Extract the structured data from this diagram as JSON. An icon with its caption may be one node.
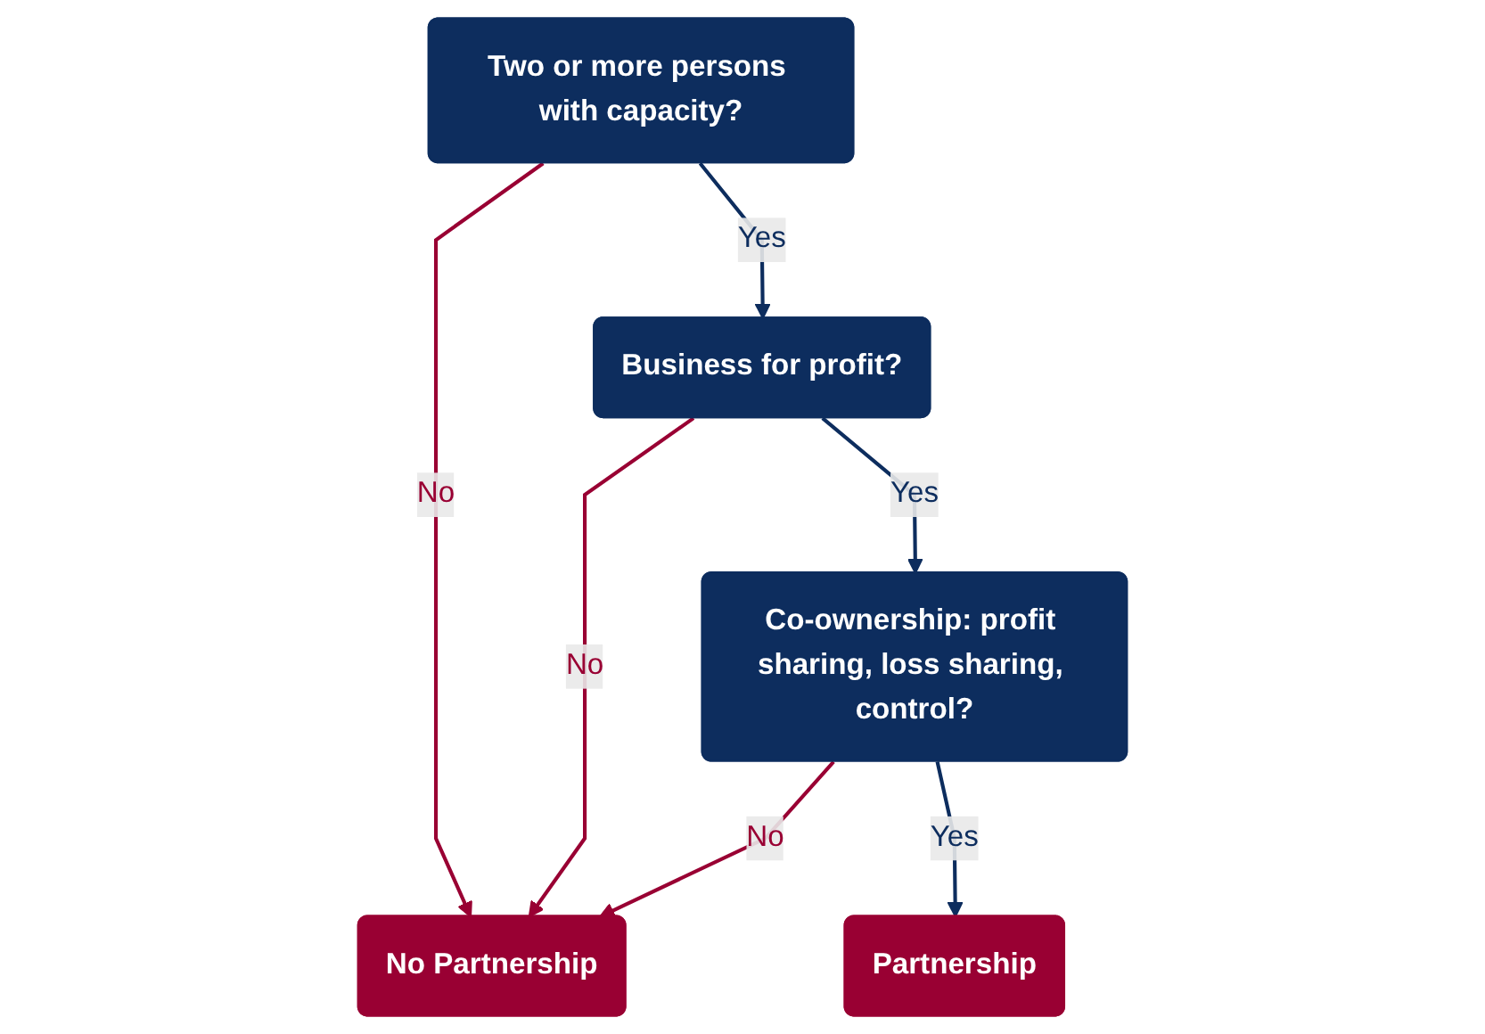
{
  "diagram": {
    "nodes": [
      {
        "text": [
          "Two or more persons with capacity?"
        ]
      },
      {
        "text": [
          "Business for profit?"
        ]
      },
      {
        "text": [
          "Co-ownership: profit sharing, loss sharing, control?"
        ]
      },
      {
        "text": [
          "No Partnership"
        ]
      },
      {
        "text": [
          "Partnership"
        ]
      }
    ],
    "edges": [
      {
        "from": 0,
        "to": 1,
        "arrow": "to",
        "label": "Yes",
        "color": "#0d2d5e"
      },
      {
        "from": 0,
        "to": 3,
        "arrow": "to",
        "label": "No",
        "color": "#990033"
      },
      {
        "from": 1,
        "to": 2,
        "arrow": "to",
        "label": "Yes",
        "color": "#0d2d5e"
      },
      {
        "from": 1,
        "to": 3,
        "arrow": "to",
        "label": "No",
        "color": "#990033"
      },
      {
        "from": 2,
        "to": 3,
        "arrow": "to",
        "label": "No",
        "color": "#990033"
      },
      {
        "from": 2,
        "to": 4,
        "arrow": "to",
        "label": "Yes",
        "color": "#0d2d5e"
      }
    ]
  }
}
